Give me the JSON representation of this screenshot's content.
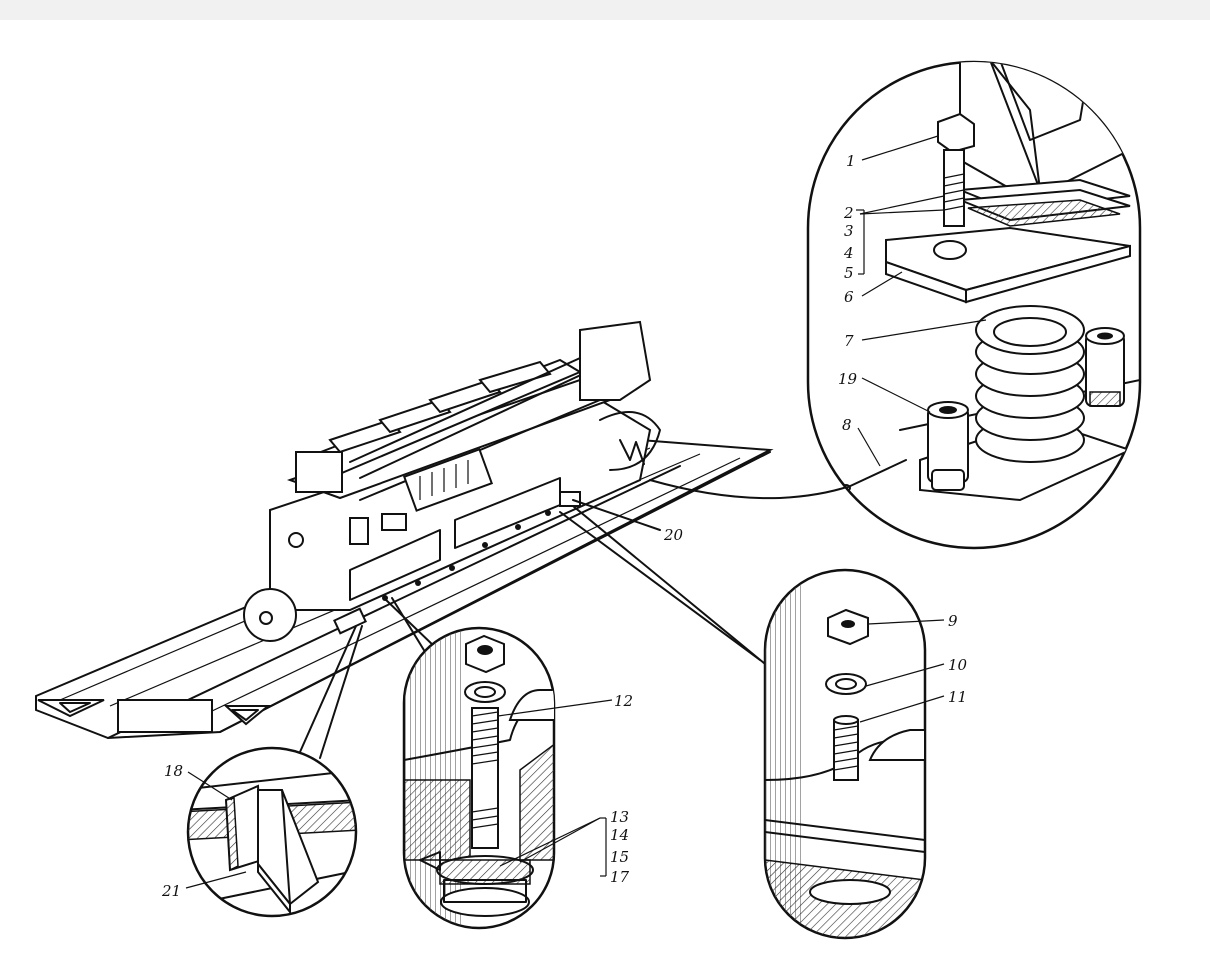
{
  "callouts": {
    "n1": "1",
    "n2": "2",
    "n3": "3",
    "n4": "4",
    "n5": "5",
    "n6": "6",
    "n7": "7",
    "n8": "8",
    "n9": "9",
    "n10": "10",
    "n11": "11",
    "n12": "12",
    "n13": "13",
    "n14": "14",
    "n15": "15",
    "n17": "17",
    "n18": "18",
    "n19": "19",
    "n20": "20",
    "n21": "21"
  }
}
